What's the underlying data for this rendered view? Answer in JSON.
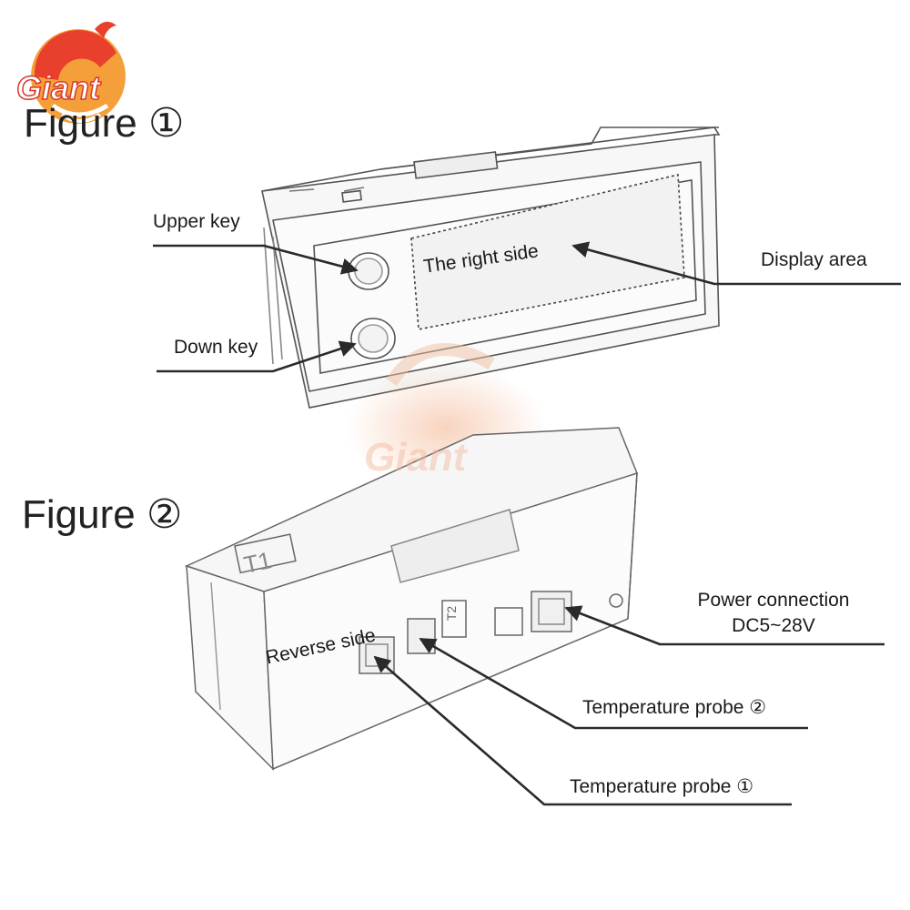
{
  "logo": {
    "text": "Giant",
    "watermark": "Giant",
    "color_primary": "#e8402c",
    "color_secondary": "#f39a2e"
  },
  "figure1": {
    "title": "Figure ①",
    "labels": {
      "upper_key": "Upper key",
      "down_key": "Down key",
      "right_side": "The right side",
      "display_area": "Display area"
    }
  },
  "figure2": {
    "title": "Figure ②",
    "labels": {
      "reverse_side": "Reverse side",
      "power_line1": "Power connection",
      "power_line2": "DC5~28V",
      "probe2": "Temperature probe ②",
      "probe1": "Temperature probe ①"
    },
    "device_marks": {
      "t1": "T1",
      "t2": "T2"
    }
  }
}
